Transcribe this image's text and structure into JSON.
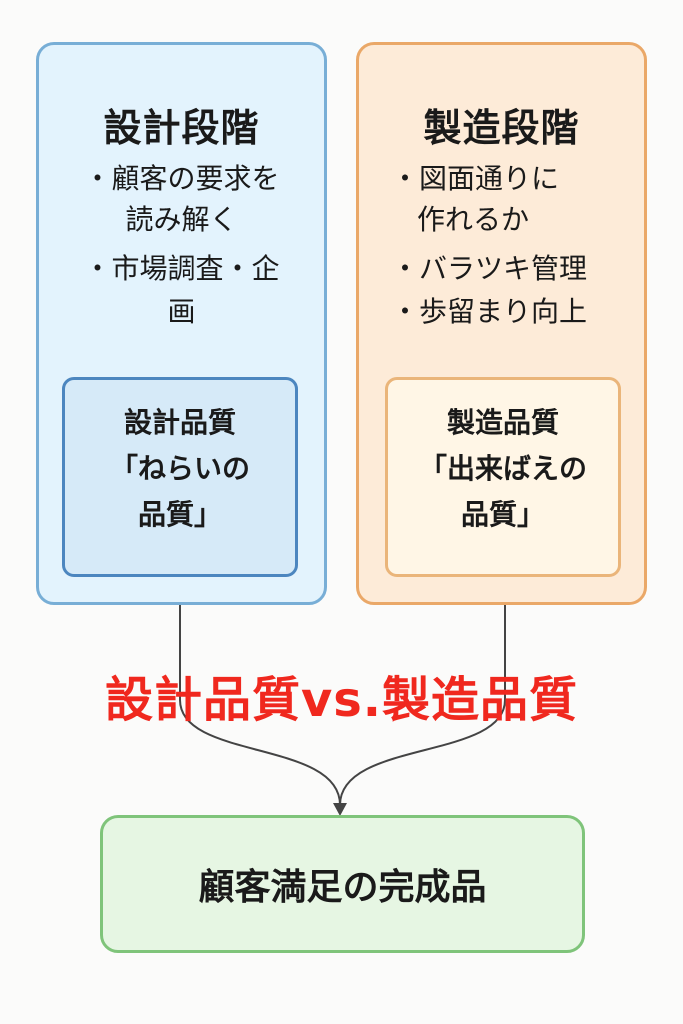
{
  "design_stage": {
    "title": "設計段階",
    "lines": [
      "・顧客の要求を",
      "読み解く",
      "・市場調査・企",
      "画"
    ],
    "quality_lines": [
      "設計品質",
      "「ねらいの",
      "品質」"
    ]
  },
  "manufacturing_stage": {
    "title": "製造段階",
    "lines": [
      "・図面通りに",
      "作れるか",
      "・バラツキ管理",
      "・歩留まり向上"
    ],
    "quality_lines": [
      "製造品質",
      "「出来ばえの",
      "品質」"
    ]
  },
  "headline": "設計品質vs.製造品質",
  "result": "顧客満足の完成品",
  "colors": {
    "headline": "#f0281e",
    "design": "#78aed6",
    "manufacturing": "#eaa868",
    "result": "#7fc47a"
  }
}
